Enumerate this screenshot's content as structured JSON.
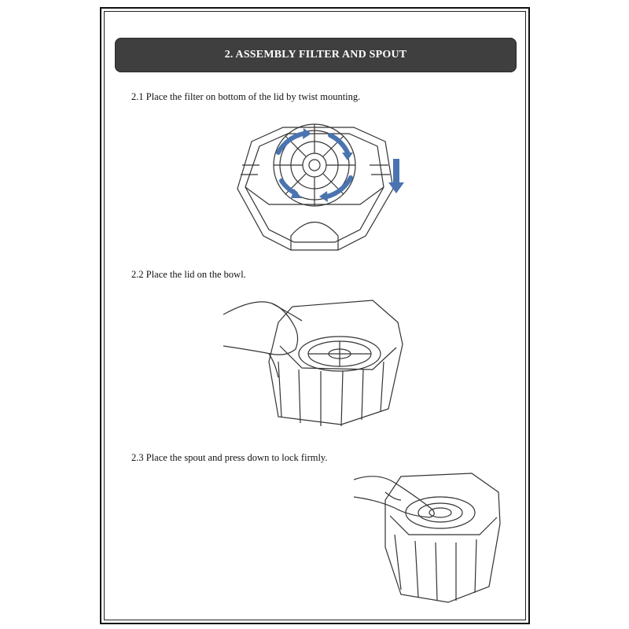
{
  "title": "2. ASSEMBLY FILTER AND SPOUT",
  "steps": [
    {
      "text": "2.1 Place the filter on bottom of the lid by twist mounting."
    },
    {
      "text": "2.2 Place the lid on the bowl."
    },
    {
      "text": "2.3 Place the spout and press down to lock firmly."
    }
  ],
  "colors": {
    "title_bar": "#3f3f3f",
    "arrow_blue": "#4a74b0",
    "line": "#333333"
  },
  "icons": [
    "twist-arrow-icon",
    "down-arrow-icon"
  ]
}
